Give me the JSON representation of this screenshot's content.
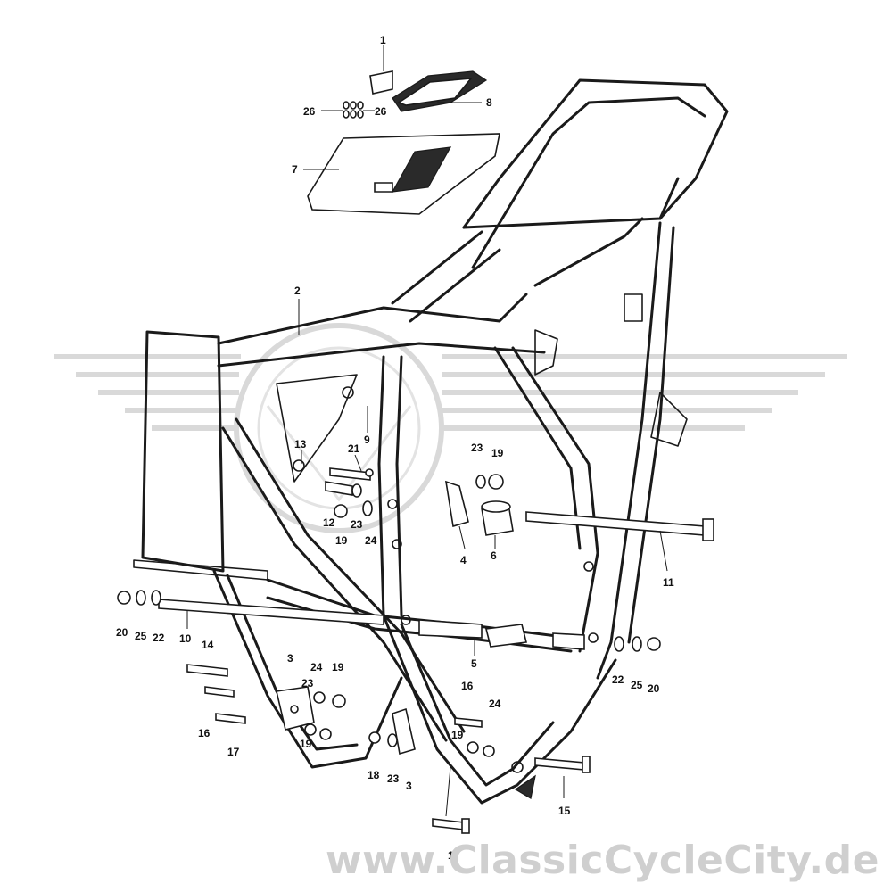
{
  "watermark": {
    "text": "www.ClassicCycleCity.de"
  },
  "callouts": {
    "c1": "1",
    "c2": "2",
    "c3a": "3",
    "c3b": "3",
    "c4": "4",
    "c5": "5",
    "c6": "6",
    "c7": "7",
    "c8": "8",
    "c9": "9",
    "c10": "10",
    "c11": "11",
    "c12": "12",
    "c13": "13",
    "c14": "14",
    "c15": "15",
    "c16a": "16",
    "c16b": "16",
    "c17a": "17",
    "c17b": "17",
    "c18": "18",
    "c19a": "19",
    "c19b": "19",
    "c19c": "19",
    "c19d": "19",
    "c19e": "19",
    "c20a": "20",
    "c20b": "20",
    "c21": "21",
    "c22a": "22",
    "c22b": "22",
    "c23a": "23",
    "c23b": "23",
    "c23c": "23",
    "c23d": "23",
    "c24a": "24",
    "c24b": "24",
    "c24c": "24",
    "c25a": "25",
    "c25b": "25",
    "c26a": "26",
    "c26b": "26"
  }
}
